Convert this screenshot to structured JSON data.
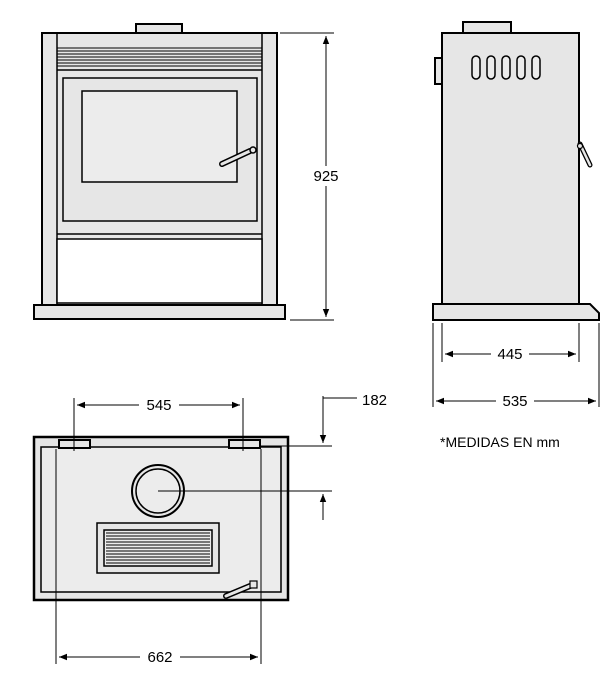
{
  "dimensions": {
    "height": "925",
    "side_depth_inner": "445",
    "side_depth_outer": "535",
    "top_width_inner": "545",
    "flue_offset": "182",
    "top_width_outer": "662"
  },
  "note": "*MEDIDAS EN mm",
  "colors": {
    "body": "#e6e6e6",
    "line": "#000000",
    "background": "#ffffff"
  }
}
